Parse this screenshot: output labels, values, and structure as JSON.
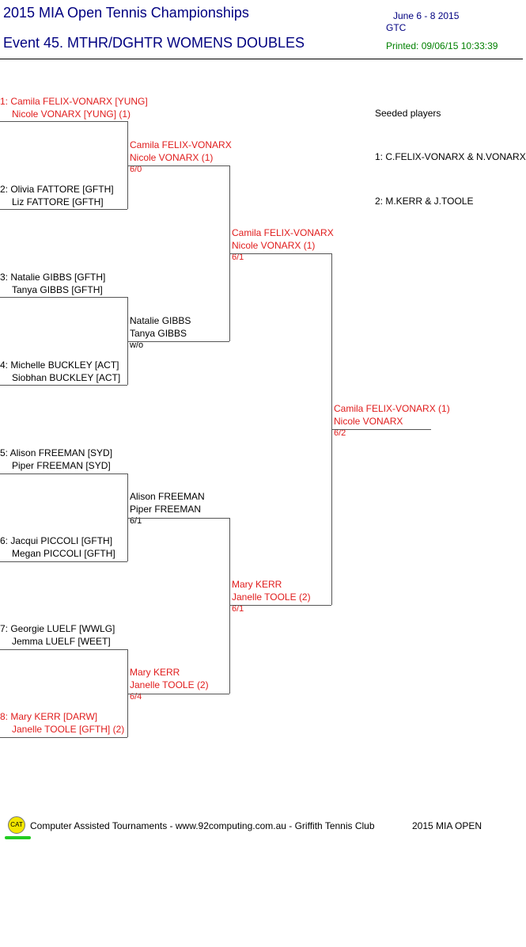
{
  "header": {
    "title": "2015 MIA Open Tennis Championships",
    "event": "Event 45. MTHR/DGHTR WOMENS DOUBLES",
    "dates": "June 6 - 8  2015",
    "venue": "GTC",
    "printed": "Printed: 09/06/15 10:33:39"
  },
  "seeded": {
    "title": "Seeded players",
    "items": [
      "1: C.FELIX-VONARX & N.VONARX",
      "2: M.KERR & J.TOOLE"
    ]
  },
  "round1": [
    {
      "l1": "1: Camila FELIX-VONARX [YUNG]",
      "l2": "Nicole VONARX [YUNG] (1)"
    },
    {
      "l1": "2: Olivia FATTORE [GFTH]",
      "l2": "Liz FATTORE [GFTH]"
    },
    {
      "l1": "3: Natalie GIBBS [GFTH]",
      "l2": "Tanya GIBBS [GFTH]"
    },
    {
      "l1": "4: Michelle BUCKLEY [ACT]",
      "l2": "Siobhan BUCKLEY [ACT]"
    },
    {
      "l1": "5: Alison FREEMAN [SYD]",
      "l2": "Piper FREEMAN [SYD]"
    },
    {
      "l1": "6: Jacqui PICCOLI [GFTH]",
      "l2": "Megan PICCOLI [GFTH]"
    },
    {
      "l1": "7: Georgie LUELF [WWLG]",
      "l2": "Jemma LUELF [WEET]"
    },
    {
      "l1": "8: Mary KERR [DARW]",
      "l2": "Janelle TOOLE [GFTH] (2)"
    }
  ],
  "round2": [
    {
      "l1": "Camila FELIX-VONARX",
      "l2": "Nicole VONARX (1)",
      "score": "6/0"
    },
    {
      "l1": "Natalie GIBBS",
      "l2": "Tanya GIBBS",
      "score": "w/o"
    },
    {
      "l1": "Alison FREEMAN",
      "l2": "Piper FREEMAN",
      "score": "6/1"
    },
    {
      "l1": "Mary KERR",
      "l2": "Janelle TOOLE (2)",
      "score": "6/4"
    }
  ],
  "semis": [
    {
      "l1": "Camila FELIX-VONARX",
      "l2": "Nicole VONARX (1)",
      "score": "6/1"
    },
    {
      "l1": "Mary KERR",
      "l2": "Janelle TOOLE (2)",
      "score": "6/1"
    }
  ],
  "final": {
    "l1": "Camila FELIX-VONARX (1)",
    "l2": "Nicole VONARX",
    "score": "6/2"
  },
  "footer": {
    "logo": "CAT",
    "text": "Computer Assisted Tournaments - www.92computing.com.au -  Griffith Tennis Club",
    "event": "2015 MIA OPEN"
  },
  "colors": {
    "title": "#000080",
    "seeded": "#e01c1c",
    "printed": "#008000",
    "logo": "#f2e600"
  }
}
